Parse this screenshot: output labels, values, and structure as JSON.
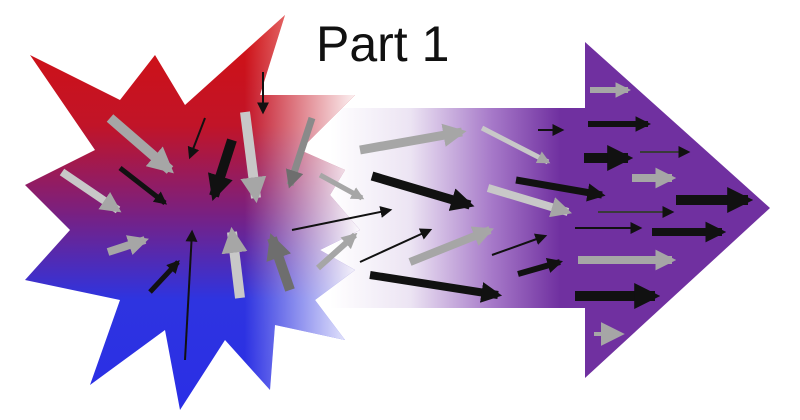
{
  "title": "Part 1",
  "colors": {
    "red": "#d01010",
    "blue": "#2a2ee6",
    "purple": "#7030a0",
    "black": "#111111",
    "gray": "#a6a6a6",
    "dark_gray": "#6e6e6e",
    "background": "#ffffff"
  },
  "icons": {
    "burst": "explosion-starburst",
    "big_arrow": "right-pointing-arrow",
    "small_arrows": "scattered-arrows"
  }
}
